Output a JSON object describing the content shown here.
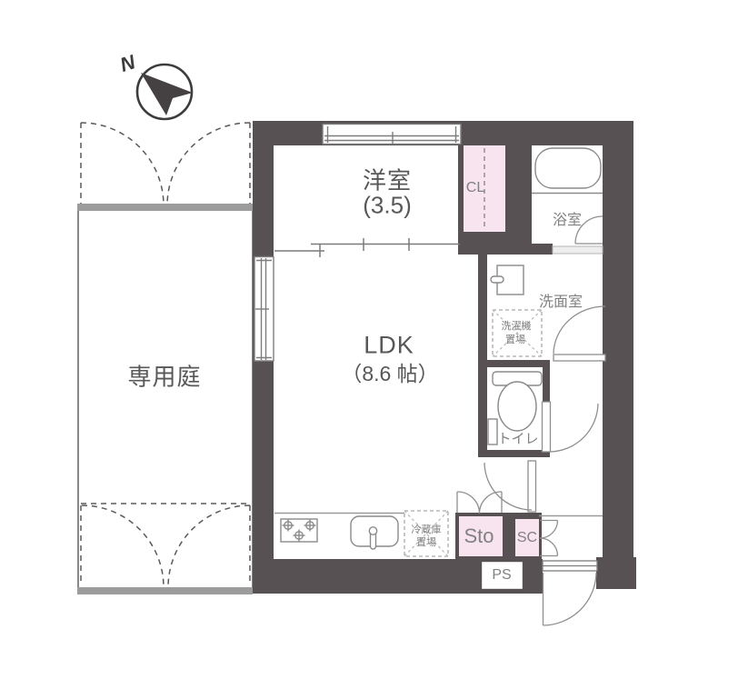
{
  "title": "apartment-floor-plan",
  "colors": {
    "wall": "#575153",
    "pink": "#f7e4ef",
    "garden_bar": "#9c9c9c",
    "line_gray": "#8a8a8a",
    "text_dark": "#595757",
    "text_light": "#828080"
  },
  "compass": {
    "north_label": "N"
  },
  "rooms": {
    "garden": {
      "label": "専用庭"
    },
    "western_room": {
      "label": "洋室",
      "size": "(3.5)"
    },
    "ldk": {
      "label": "LDK",
      "size": "（8.6 帖）"
    },
    "closet": {
      "label": "CL"
    },
    "bathroom": {
      "label": "浴室"
    },
    "washroom": {
      "label": "洗面室"
    },
    "washer_space": {
      "label_line1": "洗濯機",
      "label_line2": "置場"
    },
    "toilet": {
      "label": "トイレ"
    },
    "fridge_space": {
      "label_line1": "冷蔵庫",
      "label_line2": "置場"
    },
    "storage": {
      "label": "Sto"
    },
    "shoe_closet": {
      "label": "SC"
    },
    "pipe_space": {
      "label": "PS"
    }
  }
}
